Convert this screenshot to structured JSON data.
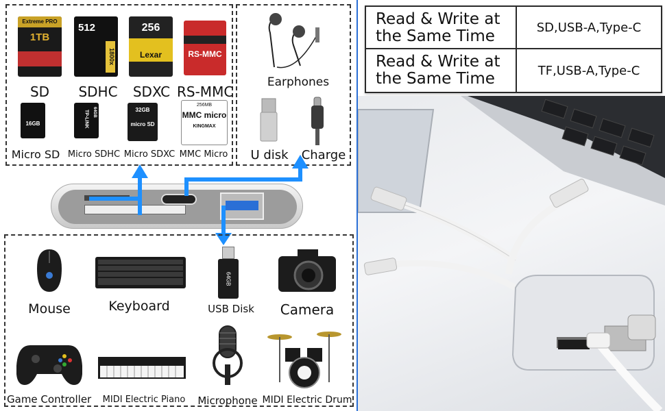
{
  "cards_section": {
    "sd": "SD",
    "sdhc": "SDHC",
    "sdxc": "SDXC",
    "rs_mmc": "RS-MMC",
    "micro_sd": "Micro SD",
    "micro_sdhc": "Micro SDHC",
    "micro_sdxc": "Micro SDXC",
    "mmc_micro": "MMC Micro"
  },
  "card_prints": {
    "sd_brand": "Extreme PRO",
    "sd_size": "1TB",
    "sdhc_size": "512",
    "sdhc_speed": "1800x",
    "sdxc_size": "256",
    "sdxc_brand": "Lexar",
    "rsmmc_text": "RS-MMC",
    "microsd_size": "16GB",
    "microsdhc_brand": "TP-LINK",
    "microsdhc_size": "64GB",
    "microsdxc_size": "32GB",
    "microsdxc_text": "micro SD",
    "mmcmicro_size": "256MB",
    "mmcmicro_text": "MMC micro",
    "mmcmicro_brand": "KINGMAX"
  },
  "top_right_section": {
    "earphones": "Earphones",
    "u_disk": "U disk",
    "charge": "Charge"
  },
  "devices_section": {
    "mouse": "Mouse",
    "keyboard": "Keyboard",
    "usb_disk": "USB Disk",
    "camera": "Camera",
    "game_controller": "Game Controller",
    "midi_piano": "MIDI Electric Piano",
    "microphone": "Microphone",
    "midi_drum": "MIDI Electric Drum",
    "usb_disk_print": "64GB"
  },
  "feature_table": {
    "rows": [
      {
        "left": "Read & Write at the Same Time",
        "right": "SD,USB-A,Type-C"
      },
      {
        "left": "Read & Write at the Same Time",
        "right": "TF,USB-A,Type-C"
      }
    ]
  },
  "colors": {
    "arrow_blue": "#1e90ff",
    "divider_blue": "#2a6fd6"
  }
}
